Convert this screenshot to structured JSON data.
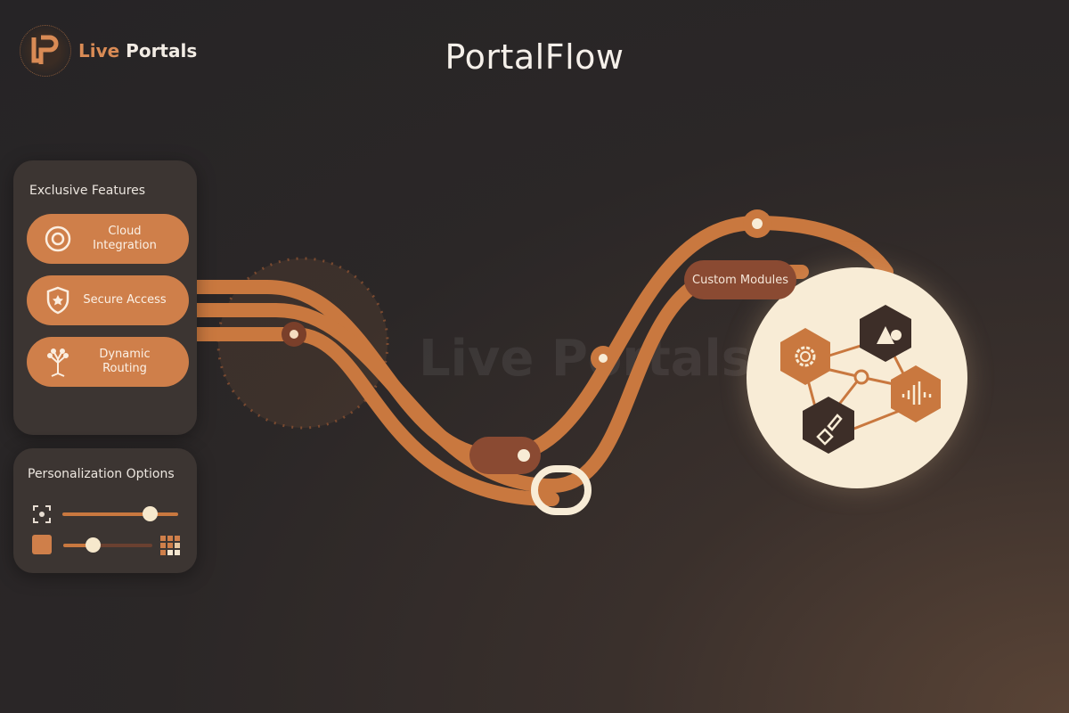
{
  "brand": {
    "name_part1": "Live",
    "name_part2": "Portals",
    "watermark": "Live Portals"
  },
  "header": {
    "title": "PortalFlow"
  },
  "features": {
    "title": "Exclusive Features",
    "items": [
      {
        "label": "Cloud Integration",
        "icon": "cloud-swirl-icon"
      },
      {
        "label": "Secure Access",
        "icon": "shield-star-icon"
      },
      {
        "label": "Dynamic Routing",
        "icon": "routing-tree-icon"
      }
    ]
  },
  "personalization": {
    "title": "Personalization Options",
    "sliders": [
      {
        "icon": "focus-frame-icon",
        "value": 0.75
      },
      {
        "icon": "solid-square-icon",
        "end_icon": "grid-icon",
        "value": 0.33
      }
    ]
  },
  "modules": {
    "label": "Custom Modules",
    "nodes": [
      "gear-icon",
      "shapes-icon",
      "waveform-icon",
      "pen-tool-icon"
    ]
  },
  "colors": {
    "accent": "#cf7f4a",
    "dark": "#3c3532",
    "cream": "#f8ecd6",
    "brown": "#8a4a32"
  }
}
